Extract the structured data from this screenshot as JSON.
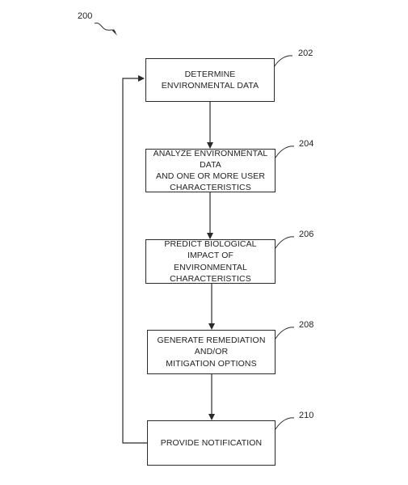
{
  "figure_label": "200",
  "steps": [
    {
      "ref": "202",
      "text": "DETERMINE ENVIRONMENTAL DATA"
    },
    {
      "ref": "204",
      "text": "ANALYZE ENVIRONMENTAL DATA\nAND ONE OR MORE USER\nCHARACTERISTICS"
    },
    {
      "ref": "206",
      "text": "PREDICT BIOLOGICAL IMPACT OF\nENVIRONMENTAL CHARACTERISTICS"
    },
    {
      "ref": "208",
      "text": "GENERATE REMEDIATION AND/OR\nMITIGATION OPTIONS"
    },
    {
      "ref": "210",
      "text": "PROVIDE NOTIFICATION"
    }
  ]
}
